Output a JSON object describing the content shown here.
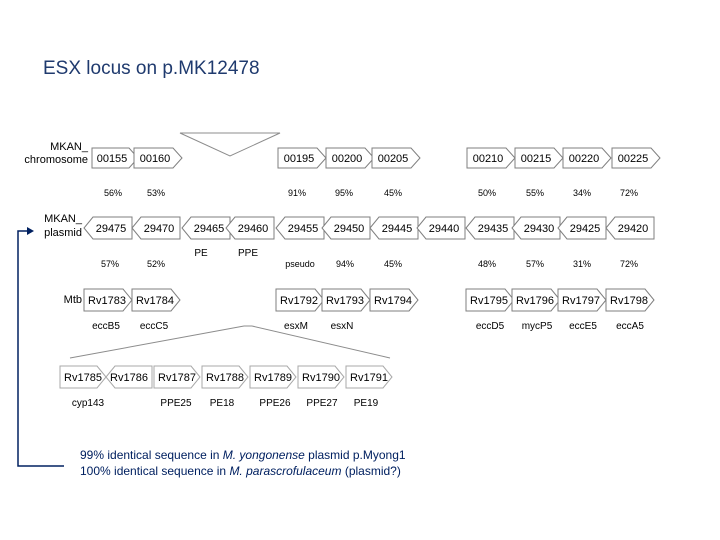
{
  "title": "ESX locus on p.MK12478",
  "rows": {
    "chromosome": {
      "label": [
        "MKAN_",
        "chromosome"
      ],
      "genes": [
        "00155",
        "00160",
        "00195",
        "00200",
        "00205",
        "00210",
        "00215",
        "00220",
        "00225"
      ],
      "identity": [
        "56%",
        "53%",
        "91%",
        "95%",
        "45%",
        "50%",
        "55%",
        "34%",
        "72%"
      ]
    },
    "plasmid": {
      "label": [
        "MKAN_",
        "plasmid"
      ],
      "genes": [
        "29475",
        "29470",
        "29465",
        "29460",
        "29455",
        "29450",
        "29445",
        "29440",
        "29435",
        "29430",
        "29425",
        "29420"
      ],
      "family": [
        "PE",
        "PPE"
      ],
      "identity": [
        "57%",
        "52%",
        "pseudo",
        "94%",
        "45%",
        "48%",
        "57%",
        "31%",
        "72%"
      ]
    },
    "mtb": {
      "label": "Mtb",
      "genes": [
        "Rv1783",
        "Rv1784",
        "Rv1792",
        "Rv1793",
        "Rv1794",
        "Rv1795",
        "Rv1796",
        "Rv1797",
        "Rv1798"
      ],
      "names": [
        "eccB5",
        "eccC5",
        "esxM",
        "esxN",
        "eccD5",
        "mycP5",
        "eccE5",
        "eccA5"
      ]
    },
    "insert": {
      "genes": [
        "Rv1785",
        "Rv1786",
        "Rv1787",
        "Rv1788",
        "Rv1789",
        "Rv1790",
        "Rv1791"
      ],
      "names": [
        "cyp143",
        "PPE25",
        "PE18",
        "PPE26",
        "PPE27",
        "PE19"
      ]
    }
  },
  "note": {
    "line1_pre": "99% identical sequence in ",
    "line1_species": "M. yongonense",
    "line1_post": " plasmid p.Myong1",
    "line2_pre": "100% identical sequence in ",
    "line2_species": "M. parascrofulaceum",
    "line2_post": " (plasmid?)"
  },
  "colors": {
    "title": "#1f3a6e",
    "connector": "#002060",
    "outline": "#7f7f7f",
    "note": "#002060"
  }
}
